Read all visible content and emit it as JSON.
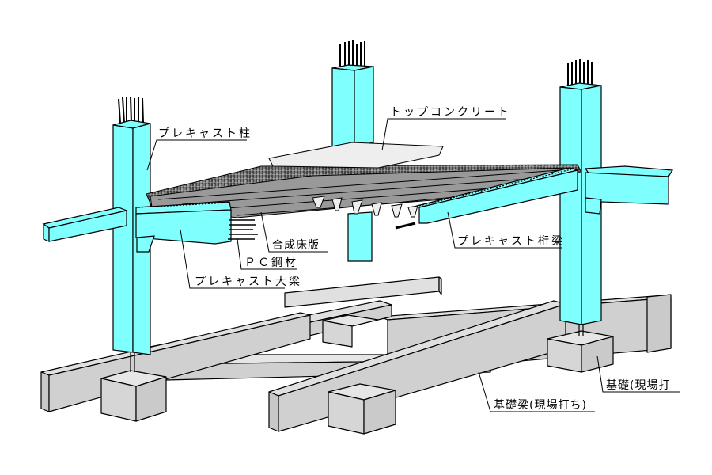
{
  "title": "プレキャスト構造 架構図",
  "colors": {
    "precast": "#80ffff",
    "foundation": "#d0d0d0",
    "foundation_top": "#e0e0e0",
    "slab": "#999999",
    "topping": "#eeeeee",
    "line": "#000000",
    "background": "#ffffff"
  },
  "labels": {
    "precast_column": "プレキャスト柱",
    "topping_concrete": "トップコンクリート",
    "composite_slab": "合成床版",
    "pc_steel": "ＰＣ鋼材",
    "precast_girder": "プレキャスト大梁",
    "precast_beam": "プレキャスト桁梁",
    "footing": "基礎(現場打",
    "foundation_beam": "基礎梁(現場打ち)"
  }
}
